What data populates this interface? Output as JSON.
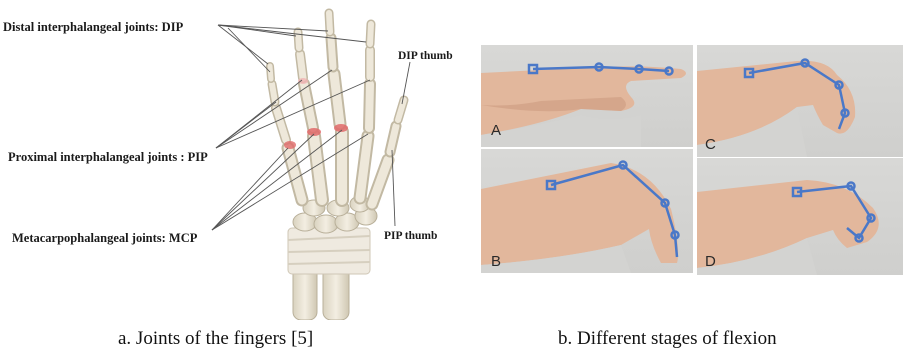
{
  "figure": {
    "panel_a": {
      "labels": {
        "dip": "Distal interphalangeal joints: DIP",
        "pip": "Proximal interphalangeal joints : PIP",
        "mcp": "Metacarpophalangeal joints: MCP",
        "dip_thumb": "DIP thumb",
        "pip_thumb": "PIP thumb"
      },
      "caption": "a. Joints of the fingers [5]"
    },
    "panel_b": {
      "stages": [
        "A",
        "B",
        "C",
        "D"
      ],
      "caption": "b. Different stages of flexion"
    }
  },
  "colors": {
    "overlay_line": "#4a78c8",
    "bone": "#ece6d6",
    "bone_shadow": "#c9c1ac",
    "joint_highlight": "#e06a6a",
    "skin": "#e2b79c",
    "skin_shadow": "#c8967a",
    "photo_bg": "#d3d3d1"
  }
}
